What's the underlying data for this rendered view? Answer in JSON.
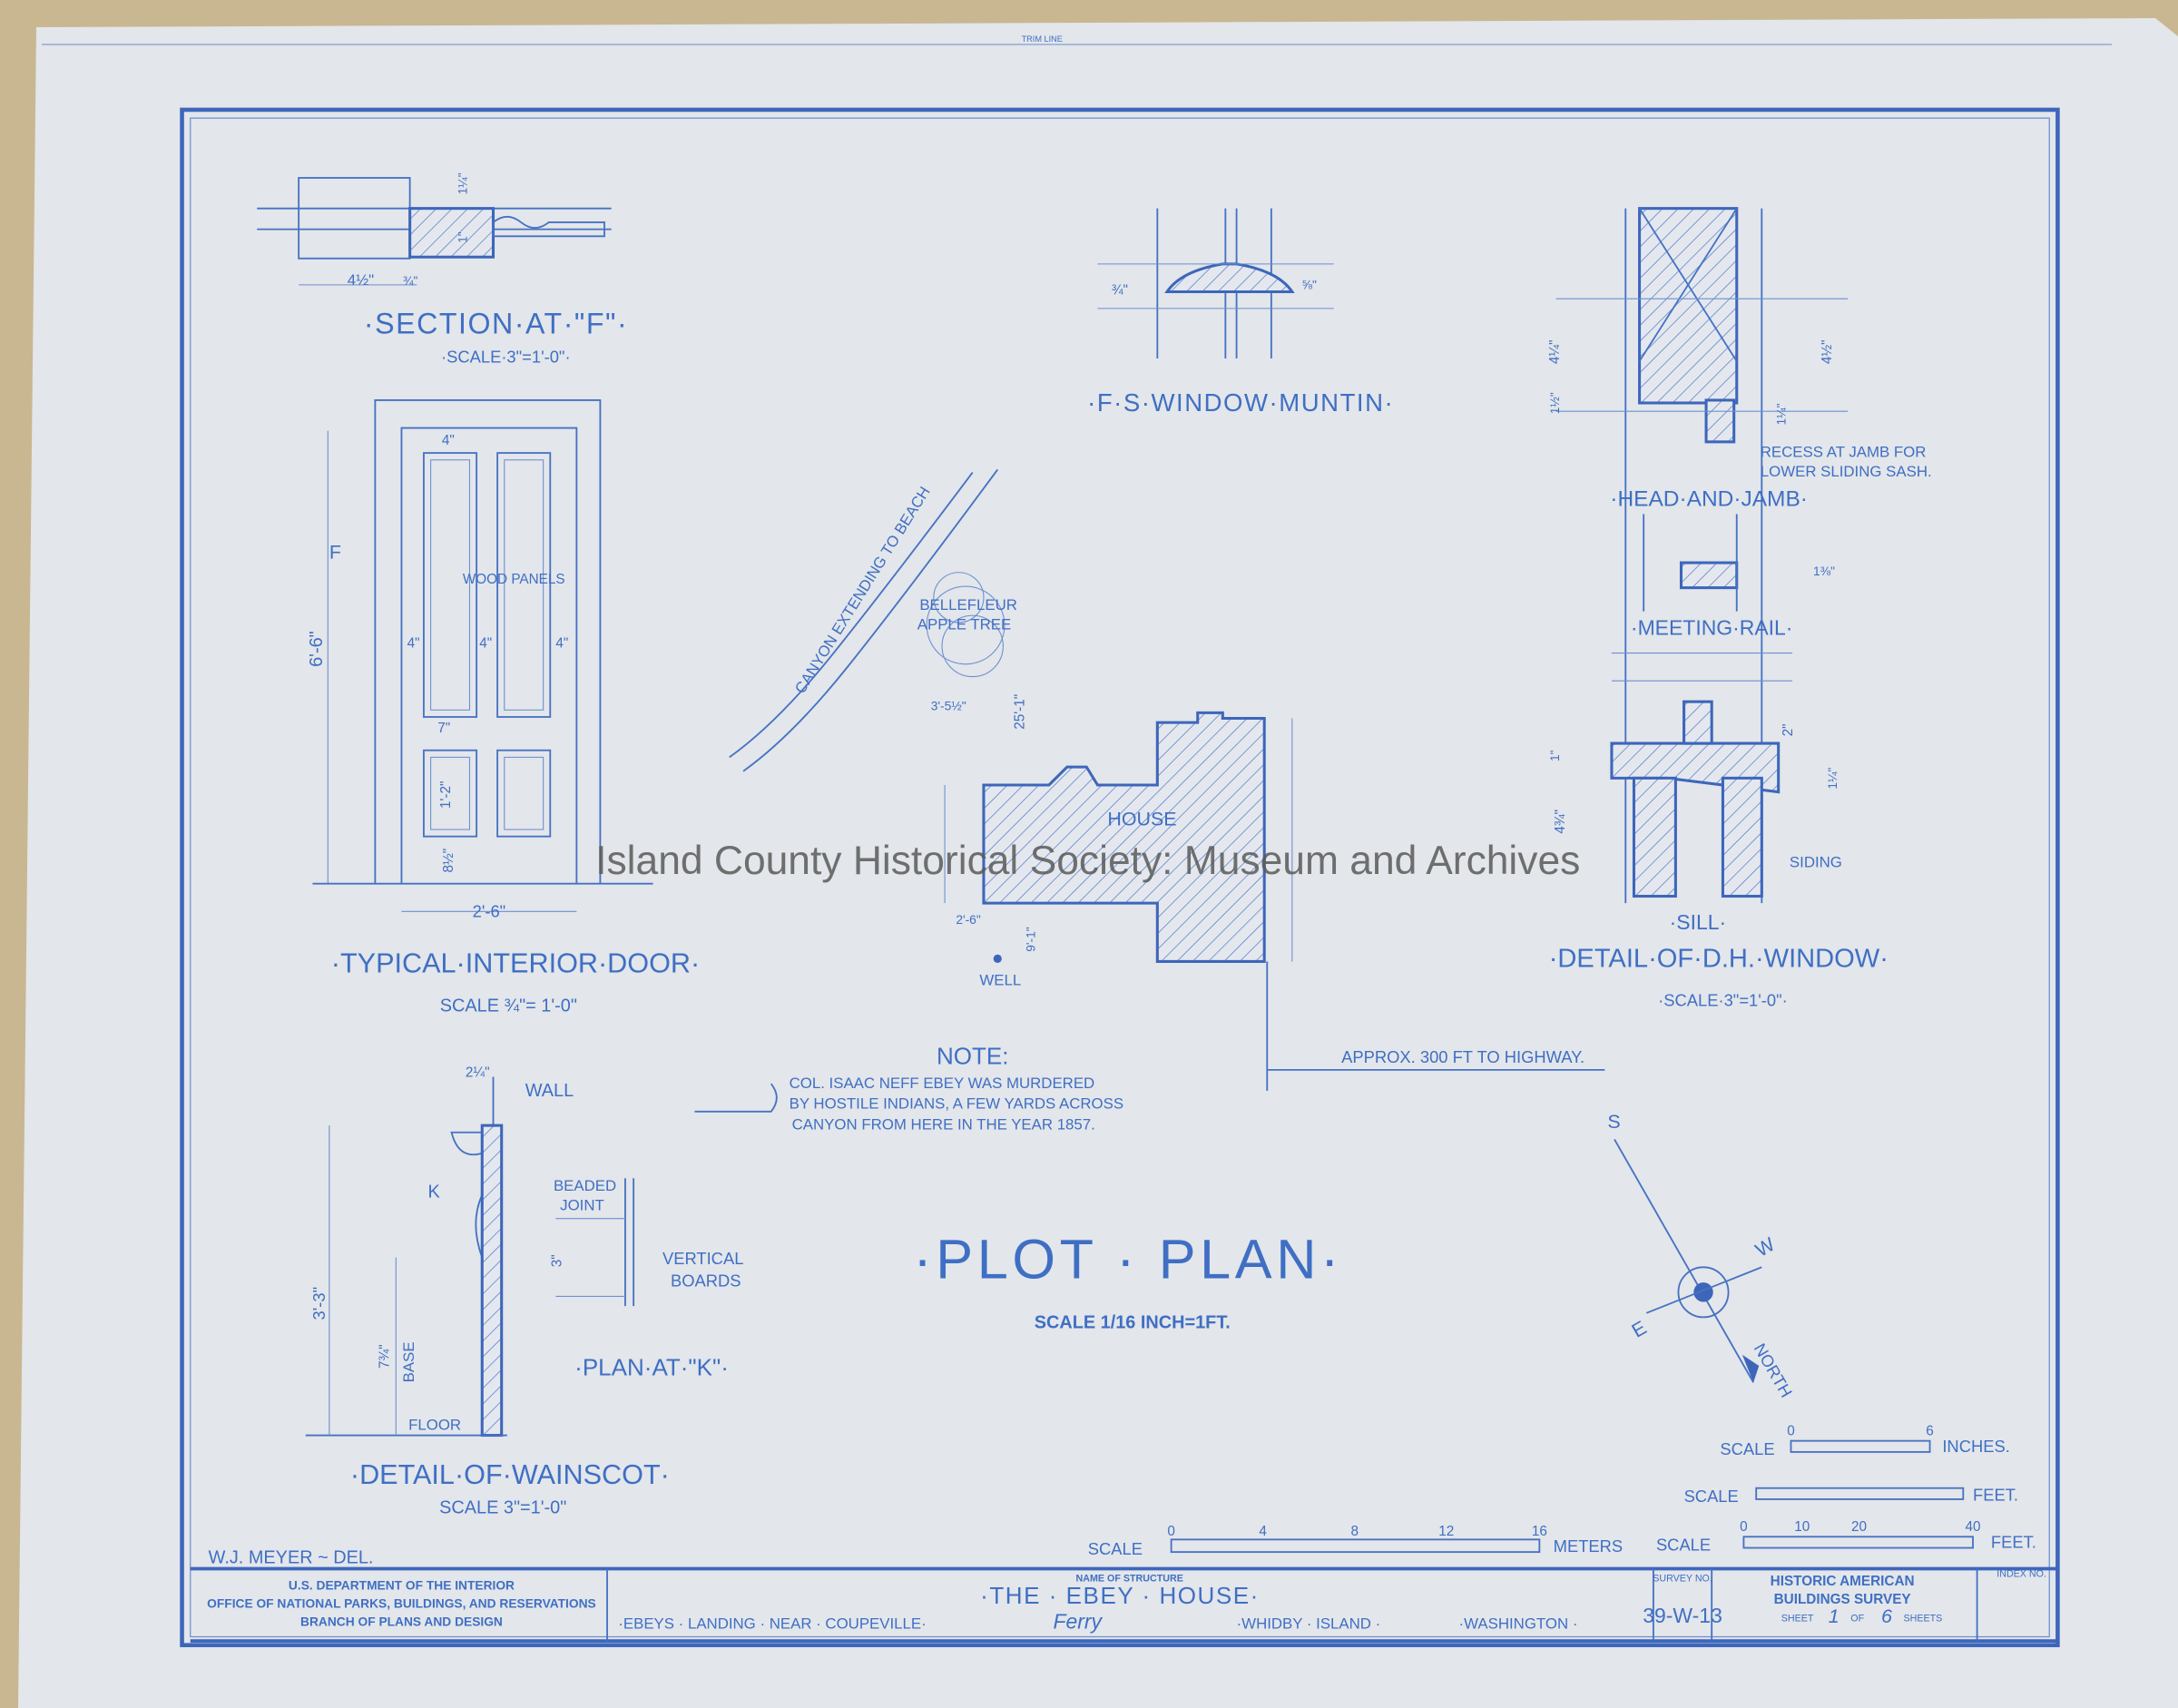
{
  "trim_line": "TRIM LINE",
  "watermark": "Island County Historical Society: Museum and Archives",
  "section_f": {
    "title": "·SECTION·AT·\"F\"·",
    "scale": "·SCALE·3\"=1'-0\"·",
    "dims": [
      "4½\"",
      "¾\"",
      "1¼\"",
      "1\""
    ]
  },
  "muntin": {
    "title": "·F·S·WINDOW·MUNTIN·",
    "dims": [
      "¾\"",
      "⅝\""
    ]
  },
  "head_jamb": {
    "title": "·HEAD·AND·JAMB·",
    "note_1": "RECESS AT JAMB FOR",
    "note_2": "LOWER SLIDING SASH.",
    "dims": [
      "4¼\"",
      "4½\"",
      "1½\"",
      "1¼\""
    ]
  },
  "meeting_rail": {
    "title": "·MEETING·RAIL·",
    "dims": [
      "1⅜\""
    ]
  },
  "sill": {
    "title": "·SILL·",
    "siding": "SIDING",
    "dims": [
      "2\"",
      "4¾\"",
      "1\"",
      "1¼\""
    ]
  },
  "dh_window": {
    "title": "·DETAIL·OF·D.H.·WINDOW·",
    "scale": "·SCALE·3\"=1'-0\"·"
  },
  "door": {
    "title": "·TYPICAL·INTERIOR·DOOR·",
    "scale": "SCALE ¾\"= 1'-0\"",
    "panels": "WOOD PANELS",
    "f_mark": "F",
    "dims": [
      "6'-6\"",
      "2'-6\"",
      "4\"",
      "4\"",
      "4\"",
      "4\"",
      "7\"",
      "1'-2\"",
      "8½\""
    ]
  },
  "site": {
    "canyon": "CANYON EXTENDING TO BEACH",
    "tree_1": "BELLEFLEUR",
    "tree_2": "APPLE TREE",
    "house": "HOUSE",
    "well": "WELL",
    "dims": [
      "3'-5½\"",
      "25'-1\"",
      "2'-6\"",
      "9'-1\""
    ],
    "highway": "APPROX. 300 FT TO HIGHWAY."
  },
  "note": {
    "heading": "NOTE:",
    "lines": [
      "COL. ISAAC NEFF EBEY WAS MURDERED",
      "BY HOSTILE INDIANS, A FEW YARDS ACROSS",
      "CANYON FROM HERE IN THE YEAR 1857."
    ]
  },
  "wainscot": {
    "title": "·DETAIL·OF·WAINSCOT·",
    "scale": "SCALE 3\"=1'-0\"",
    "wall": "WALL",
    "floor": "FLOOR",
    "base": "BASE",
    "k": "K",
    "dims": [
      "2¼\"",
      "3'-3\"",
      "7¾\"",
      "3\""
    ]
  },
  "plan_k": {
    "title": "·PLAN·AT·\"K\"·",
    "beaded_1": "BEADED",
    "beaded_2": "JOINT",
    "vertical_1": "VERTICAL",
    "vertical_2": "BOARDS"
  },
  "plot_plan": {
    "title": "·PLOT · PLAN·",
    "scale": "SCALE 1/16 INCH=1FT."
  },
  "compass": {
    "s": "S",
    "w": "W",
    "e": "E",
    "north": "NORTH"
  },
  "scales": {
    "inches": {
      "label": "SCALE",
      "unit": "INCHES.",
      "ticks": [
        "0",
        "6"
      ]
    },
    "feet_small": {
      "label": "SCALE",
      "unit": "FEET."
    },
    "meters": {
      "label": "SCALE",
      "unit": "METERS",
      "ticks": [
        "0",
        "4",
        "8",
        "12",
        "16"
      ]
    },
    "feet": {
      "label": "SCALE",
      "unit": "FEET.",
      "ticks": [
        "0",
        "10",
        "20",
        "40"
      ]
    }
  },
  "delineator": "W.J. MEYER ~ DEL.",
  "title_block": {
    "agency_1": "U.S. DEPARTMENT OF THE INTERIOR",
    "agency_2": "OFFICE OF NATIONAL PARKS, BUILDINGS, AND RESERVATIONS",
    "agency_3": "BRANCH OF PLANS AND DESIGN",
    "name_label": "NAME OF STRUCTURE",
    "structure_name": "·THE · EBEY · HOUSE·",
    "loc_1": "·EBEYS · LANDING · NEAR · COUPEVILLE·",
    "loc_handwritten": "Ferry",
    "loc_2": "·WHIDBY · ISLAND ·",
    "loc_3": "·WASHINGTON ·",
    "survey_label": "SURVEY NO.",
    "survey_no": "39-W-13",
    "habs_1": "HISTORIC AMERICAN",
    "habs_2": "BUILDINGS SURVEY",
    "sheet_label": "SHEET",
    "sheet_no": "1",
    "of_label": "OF",
    "sheet_total": "6",
    "sheets_label": "SHEETS",
    "index_label": "INDEX NO."
  }
}
